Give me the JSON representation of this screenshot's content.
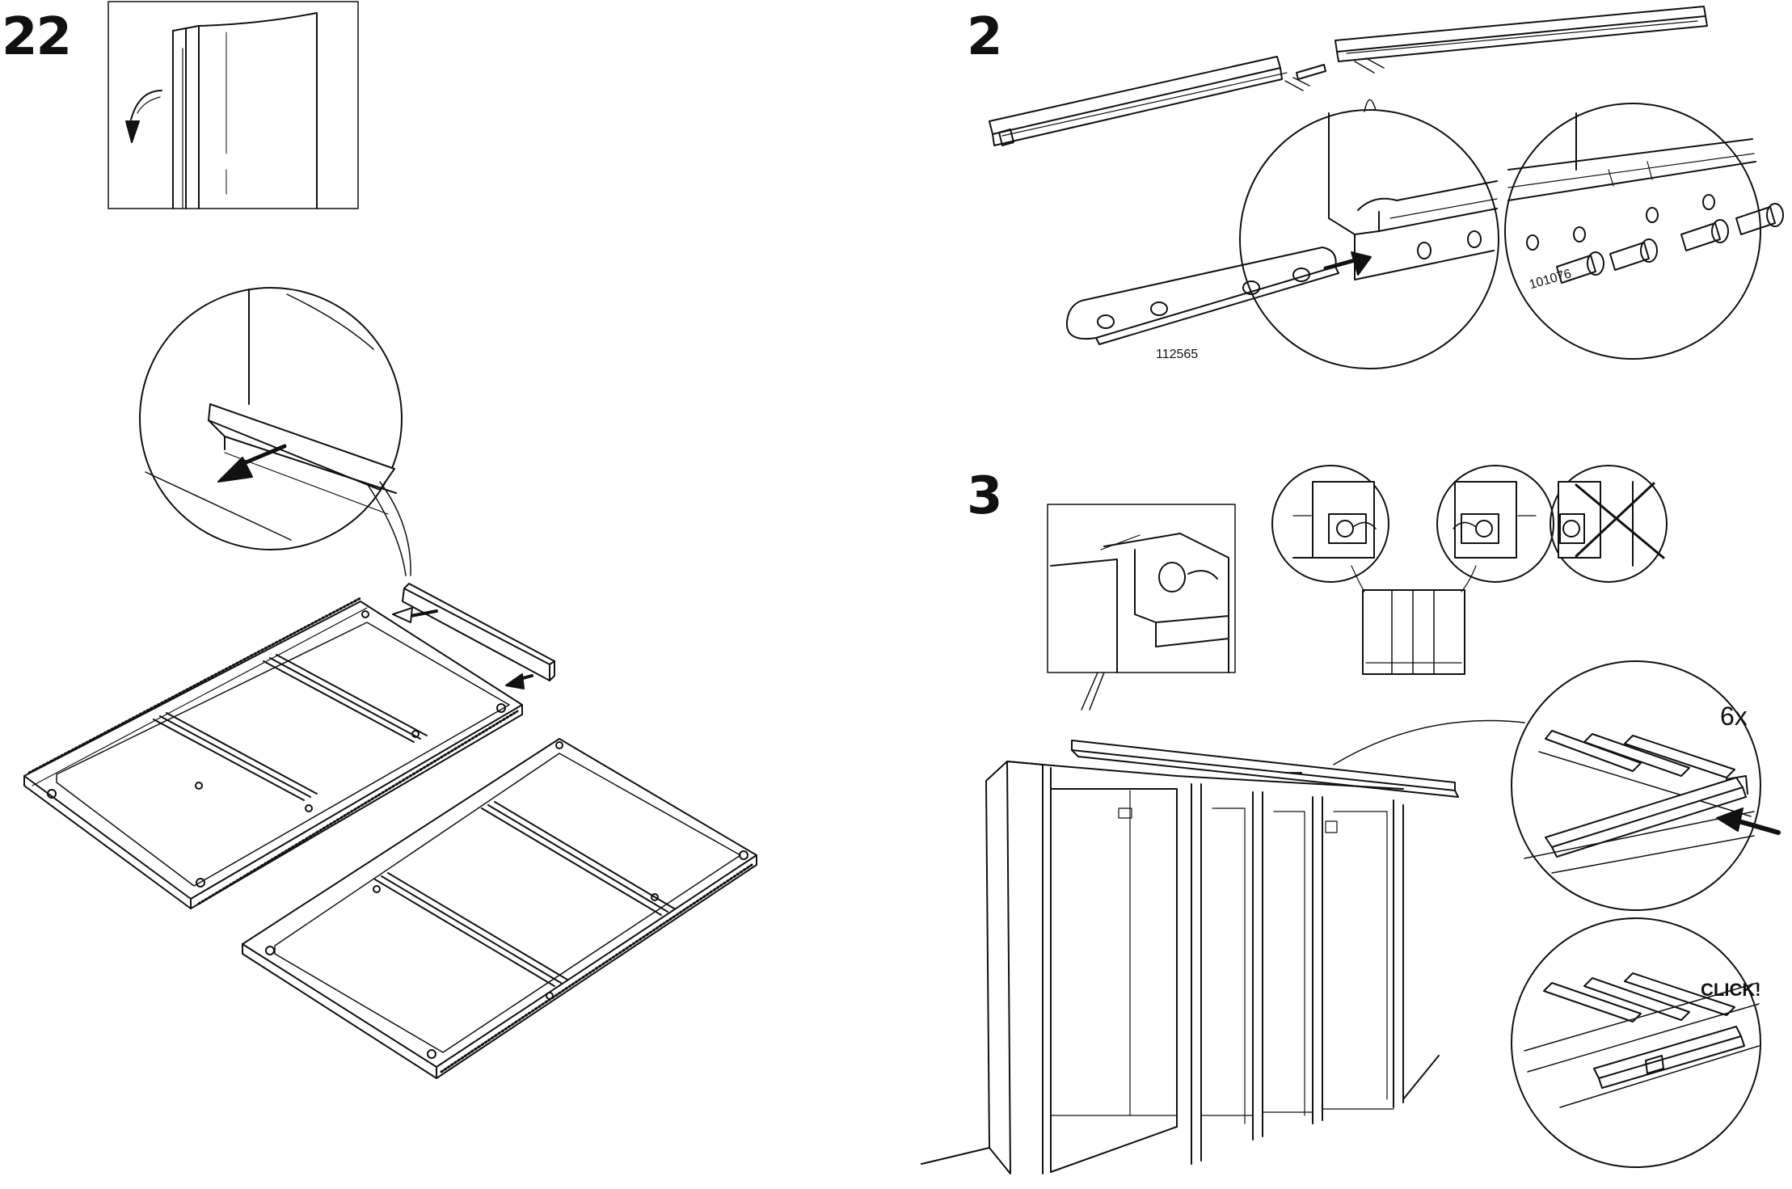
{
  "steps": {
    "left_number": "22",
    "top_right_number": "2",
    "bottom_right_number": "3"
  },
  "part_codes": {
    "connector_plate": "112565",
    "screw": "101076"
  },
  "callouts": {
    "quantity": "6x",
    "click": "CLICK!"
  }
}
